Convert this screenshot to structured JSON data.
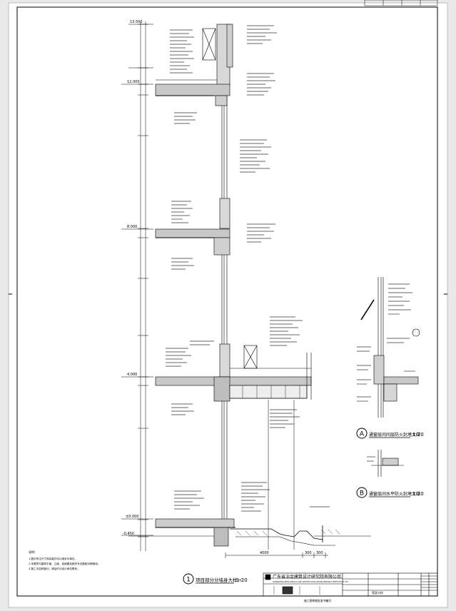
{
  "drawing": {
    "main_detail": {
      "number": "1",
      "title": "项目部分分墙身大样一",
      "scale": "1:20"
    },
    "detail_a": {
      "letter": "A",
      "title": "通窗层间间层防火封堵大样",
      "scale": "1:20"
    },
    "detail_b": {
      "letter": "B",
      "title": "通窗层间水平防火封堵大样",
      "scale": "1:20"
    },
    "elevations": [
      "13.500",
      "12.000",
      "8.000",
      "4.000",
      "±0.000",
      "-0.450"
    ],
    "bottom_dims": [
      "4000",
      "300",
      "300"
    ]
  },
  "notes": {
    "heading": "说明:",
    "lines": [
      "1.图中所注尺寸除标高外均以毫米为单位。",
      "2.本图须与建筑平面、立面、剖面图及相关专业图纸对照使用。",
      "3.施工中如有疑问，请及时与设计单位联系。"
    ]
  },
  "title_block": {
    "company_cn": "广东省冶金建筑设计研究院有限公司",
    "company_en": "GUANGDONG METALLURGICAL AND ARCHITECTURAL DESIGN RESEARCH INSTITUTE CO.,LTD",
    "sheet_name": "墙身大样",
    "footer": "施工图审查批准书编号："
  }
}
